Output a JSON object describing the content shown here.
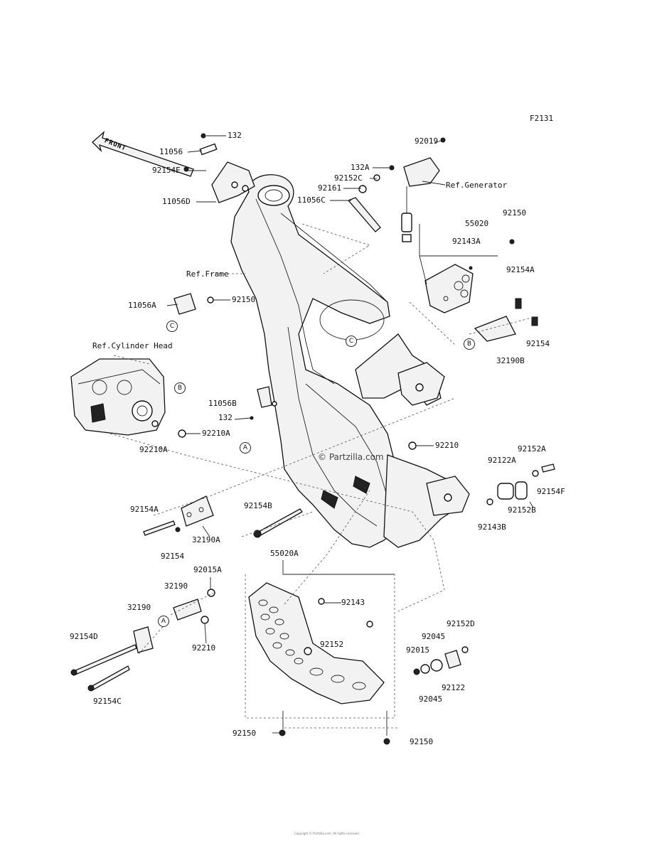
{
  "diagram_code": "F2131",
  "front_label": "FRONT",
  "references": {
    "generator": "Ref.Generator",
    "frame": "Ref.Frame",
    "cylinder_head": "Ref.Cylinder Head"
  },
  "callouts": [
    "A",
    "B",
    "C"
  ],
  "watermark": "© Partzilla.com",
  "parts": {
    "p132_top": "132",
    "p11056": "11056",
    "p92154E": "92154E",
    "p11056D": "11056D",
    "p92019": "92019",
    "p132A": "132A",
    "p92152C": "92152C",
    "p92161": "92161",
    "p11056C": "11056C",
    "p55020": "55020",
    "p92150_r": "92150",
    "p92143A": "92143A",
    "p92154A_r": "92154A",
    "p92154_r": "92154",
    "p32190B": "32190B",
    "p11056A": "11056A",
    "p92150_l": "92150",
    "p11056B": "11056B",
    "p132_mid": "132",
    "p92210A": "92210A",
    "p92210CA": "92210A",
    "p92210": "92210",
    "p92152A": "92152A",
    "p92122A": "92122A",
    "p92154F": "92154F",
    "p92152B": "92152B",
    "p92143B": "92143B",
    "p92154A_l": "92154A",
    "p92154B": "92154B",
    "p32190A": "32190A",
    "p92154_l": "92154",
    "p55020A": "55020A",
    "p92015A": "92015A",
    "p32190_a": "32190",
    "p32190_b": "32190",
    "p92143": "92143",
    "p92152": "92152",
    "p92154D": "92154D",
    "p92210_b": "92210",
    "p92154C": "92154C",
    "p92152D": "92152D",
    "p92045_a": "92045",
    "p92015": "92015",
    "p92122": "92122",
    "p92045_b": "92045",
    "p92150_b1": "92150",
    "p92150_b2": "92150"
  },
  "footer": "Copyright © Partzilla.com. All rights reserved."
}
